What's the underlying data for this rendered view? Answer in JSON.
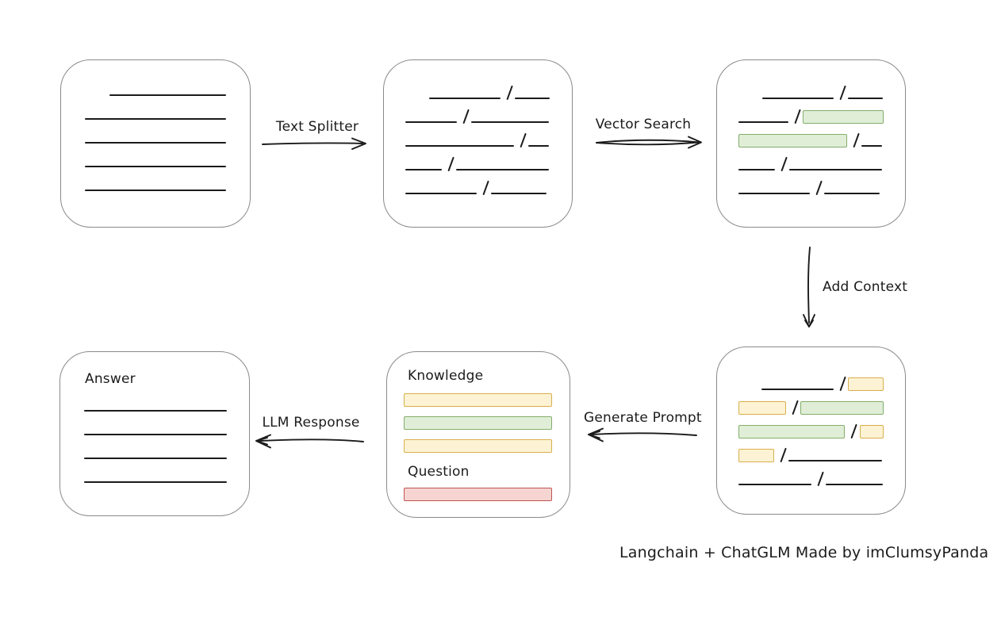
{
  "caption": "Langchain + ChatGLM Made by imClumsyPanda",
  "colors": {
    "background": "#ffffff",
    "ink": "#1b1b1b",
    "box_border": "#8a8a8a",
    "green_fill": "#e0eed7",
    "green_border": "#84ad6a",
    "yellow_fill": "#fdf3d4",
    "yellow_border": "#d9ae4c",
    "red_fill": "#f6d4d2",
    "red_border": "#c05552"
  },
  "arrows": [
    {
      "id": "text-splitter",
      "label": "Text Splitter"
    },
    {
      "id": "vector-search",
      "label": "Vector Search"
    },
    {
      "id": "add-context",
      "label": "Add Context"
    },
    {
      "id": "generate-prompt",
      "label": "Generate Prompt"
    },
    {
      "id": "llm-response",
      "label": "LLM Response"
    }
  ],
  "boxes": {
    "source_document": {
      "rows": [
        [
          {
            "t": "indent",
            "w": 31
          },
          {
            "t": "line",
            "w": 148
          }
        ],
        [
          {
            "t": "line",
            "w": 179
          }
        ],
        [
          {
            "t": "line",
            "w": 179
          }
        ],
        [
          {
            "t": "line",
            "w": 179
          }
        ],
        [
          {
            "t": "line",
            "w": 179
          }
        ]
      ]
    },
    "split_chunks": {
      "rows": [
        [
          {
            "t": "indent",
            "w": 30
          },
          {
            "t": "line",
            "w": 90
          },
          {
            "t": "slash"
          },
          {
            "t": "line",
            "w": 44
          }
        ],
        [
          {
            "t": "line",
            "w": 65
          },
          {
            "t": "slash"
          },
          {
            "t": "line",
            "w": 98
          }
        ],
        [
          {
            "t": "line",
            "w": 137
          },
          {
            "t": "slash"
          },
          {
            "t": "line",
            "w": 26
          }
        ],
        [
          {
            "t": "line",
            "w": 46
          },
          {
            "t": "slash"
          },
          {
            "t": "line",
            "w": 117
          }
        ],
        [
          {
            "t": "line",
            "w": 90
          },
          {
            "t": "slash"
          },
          {
            "t": "line",
            "w": 70
          }
        ]
      ]
    },
    "vector_matches": {
      "rows": [
        [
          {
            "t": "indent",
            "w": 30
          },
          {
            "t": "line",
            "w": 90
          },
          {
            "t": "slash"
          },
          {
            "t": "line",
            "w": 44
          }
        ],
        [
          {
            "t": "line",
            "w": 65
          },
          {
            "t": "slash"
          },
          {
            "t": "chunk",
            "c": "green",
            "w": 104
          }
        ],
        [
          {
            "t": "chunk",
            "c": "green",
            "w": 135
          },
          {
            "t": "slash"
          },
          {
            "t": "line",
            "w": 26
          }
        ],
        [
          {
            "t": "line",
            "w": 46
          },
          {
            "t": "slash"
          },
          {
            "t": "line",
            "w": 117
          }
        ],
        [
          {
            "t": "line",
            "w": 90
          },
          {
            "t": "slash"
          },
          {
            "t": "line",
            "w": 70
          }
        ]
      ]
    },
    "context_chunks": {
      "rows": [
        [
          {
            "t": "indent",
            "w": 30
          },
          {
            "t": "line",
            "w": 92
          },
          {
            "t": "slash"
          },
          {
            "t": "chunk",
            "c": "yellow",
            "w": 44
          }
        ],
        [
          {
            "t": "chunk",
            "c": "yellow",
            "w": 58
          },
          {
            "t": "slash"
          },
          {
            "t": "chunk",
            "c": "green",
            "w": 104
          }
        ],
        [
          {
            "t": "chunk",
            "c": "green",
            "w": 135
          },
          {
            "t": "slash"
          },
          {
            "t": "chunk",
            "c": "yellow",
            "w": 29
          }
        ],
        [
          {
            "t": "chunk",
            "c": "yellow",
            "w": 43
          },
          {
            "t": "slash"
          },
          {
            "t": "line",
            "w": 118
          }
        ],
        [
          {
            "t": "line",
            "w": 92
          },
          {
            "t": "slash"
          },
          {
            "t": "line",
            "w": 72
          }
        ]
      ]
    },
    "prompt": {
      "knowledge_label": "Knowledge",
      "question_label": "Question",
      "knowledge_bars": [
        {
          "color": "yellow"
        },
        {
          "color": "green"
        },
        {
          "color": "yellow"
        }
      ],
      "question_bars": [
        {
          "color": "red"
        }
      ]
    },
    "answer": {
      "label": "Answer",
      "rows": [
        [
          {
            "t": "line",
            "w": 180
          }
        ],
        [
          {
            "t": "line",
            "w": 180
          }
        ],
        [
          {
            "t": "line",
            "w": 180
          }
        ],
        [
          {
            "t": "line",
            "w": 180
          }
        ]
      ]
    }
  }
}
